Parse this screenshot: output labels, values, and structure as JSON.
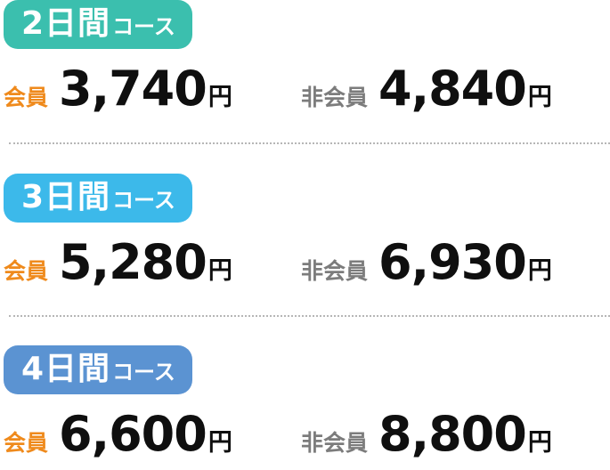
{
  "labels": {
    "member": "会員",
    "nonmember": "非会員",
    "yen": "円",
    "course_suffix": "コース"
  },
  "courses": [
    {
      "days": "2日間",
      "member_price": "3,740",
      "nonmember_price": "4,840",
      "badge_color": "#3bbfae"
    },
    {
      "days": "3日間",
      "member_price": "5,280",
      "nonmember_price": "6,930",
      "badge_color": "#3cb9ea"
    },
    {
      "days": "4日間",
      "member_price": "6,600",
      "nonmember_price": "8,800",
      "badge_color": "#5b93d2"
    }
  ],
  "colors": {
    "member_label": "#ef8a1c",
    "nonmember_label": "#7c7c7c",
    "price_text": "#0f0f0f",
    "divider": "#b6b6b6"
  }
}
